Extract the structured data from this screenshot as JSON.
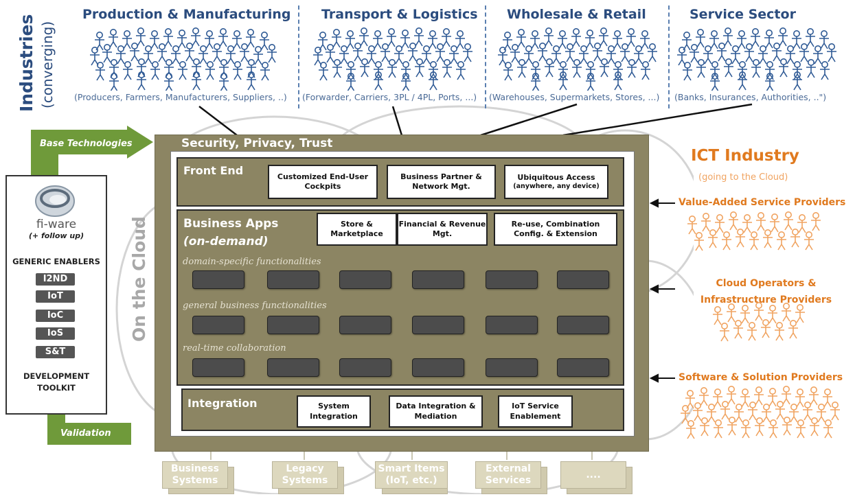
{
  "side_labels": {
    "industries": "Industries",
    "industries_sub": "(converging)",
    "cloud": "On the Cloud"
  },
  "industries": [
    {
      "title": "Production & Manufacturing",
      "examples": "(Producers, Farmers, Manufacturers, Suppliers, ..)"
    },
    {
      "title": "Transport & Logistics",
      "examples": "(Forwarder, Carriers, 3PL / 4PL, Ports, ...)"
    },
    {
      "title": "Wholesale & Retail",
      "examples": "(Warehouses, Supermarkets, Stores, ...)"
    },
    {
      "title": "Service Sector",
      "examples": "(Banks, Insurances, Authorities, ..\")"
    }
  ],
  "platform": {
    "outer_title": "Security, Privacy, Trust",
    "front_end": {
      "title": "Front End",
      "boxes": [
        "Customized End-User Cockpits",
        "Business Partner & Network Mgt.",
        "Ubiquitous Access"
      ],
      "ubiquitous_sub": "(anywhere, any device)"
    },
    "business_apps": {
      "title": "Business Apps",
      "subtitle": "(on-demand)",
      "boxes": [
        "Store & Marketplace",
        "Financial & Revenue Mgt.",
        "Re-use, Combination Config. & Extension"
      ],
      "rows": [
        "domain-specific functionalities",
        "general business functionalities",
        "real-time collaboration"
      ]
    },
    "integration": {
      "title": "Integration",
      "boxes": [
        "System Integration",
        "Data Integration & Mediation",
        "IoT Service Enablement"
      ]
    }
  },
  "fiware": {
    "logo_text": "fi-ware",
    "follow_up": "(+ follow up)",
    "generic_enablers": "GENERIC ENABLERS",
    "enablers": [
      "I2ND",
      "IoT",
      "IoC",
      "IoS",
      "S&T"
    ],
    "toolkit": "DEVELOPMENT TOOLKIT"
  },
  "arrows": {
    "base_technologies": "Base Technologies",
    "validation": "Validation"
  },
  "ict": {
    "title": "ICT Industry",
    "subtitle": "(going to the Cloud)",
    "providers": [
      "Value-Added Service Providers",
      "Cloud Operators & Infrastructure Providers",
      "Software & Solution Providers"
    ]
  },
  "systems": [
    "Business Systems",
    "Legacy Systems",
    "Smart Items (IoT, etc.)",
    "External Services",
    "...."
  ],
  "colors": {
    "industry_blue": "#2b4c7e",
    "platform_olive": "#8c8563",
    "ict_orange": "#e07a1f",
    "arrow_green": "#6f9a3a"
  }
}
